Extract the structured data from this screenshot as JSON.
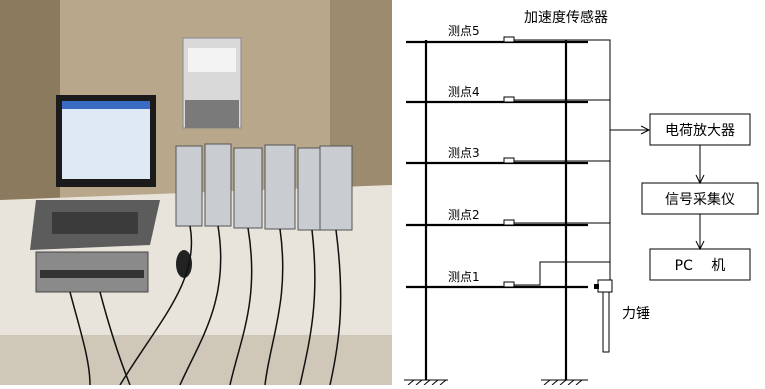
{
  "photo": {
    "alt": "Laboratory setup: laptop, six charge amplifiers and signal acquisition unit"
  },
  "diagram": {
    "sensor_label": "加速度传感器",
    "points": [
      {
        "label": "测点5"
      },
      {
        "label": "测点4"
      },
      {
        "label": "测点3"
      },
      {
        "label": "测点2"
      },
      {
        "label": "测点1"
      }
    ],
    "boxes": {
      "amplifier": "电荷放大器",
      "collector": "信号采集仪",
      "pc": "PC　 机"
    },
    "hammer_label": "力锤"
  },
  "colors": {
    "line": "#000000",
    "box_fill": "#ffffff"
  }
}
